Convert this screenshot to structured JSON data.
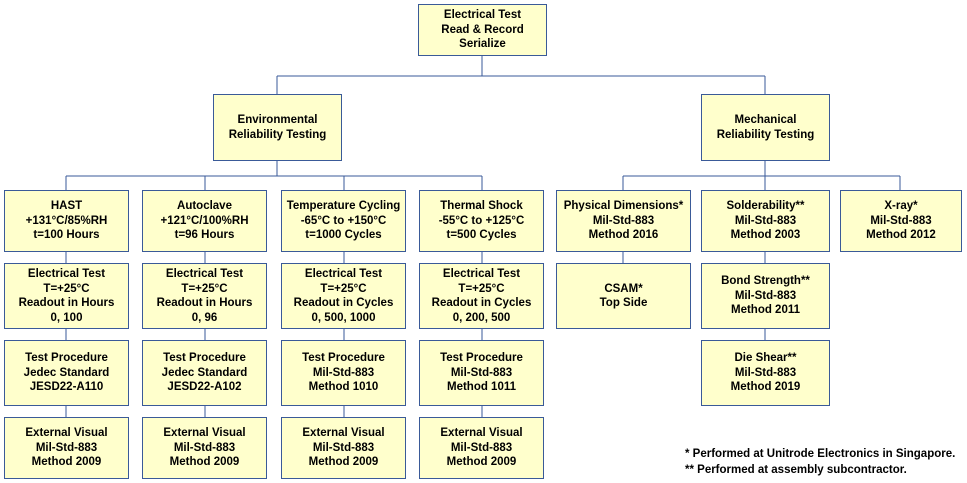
{
  "diagram": {
    "title": "Electrical Test Read & Record Serialize flow",
    "colors": {
      "box_fill": "#FFFFCC",
      "box_border": "#3A5A98",
      "connector": "#3A5A98",
      "text": "#000000",
      "background": "#FFFFFF"
    },
    "nodes": {
      "root": {
        "lines": [
          "Electrical Test",
          "Read & Record",
          "Serialize"
        ],
        "l0": "Electrical Test",
        "l1": "Read & Record",
        "l2": "Serialize"
      },
      "environmental": {
        "l0": "Environmental",
        "l1": "Reliability Testing"
      },
      "mechanical": {
        "l0": "Mechanical",
        "l1": "Reliability Testing"
      },
      "hast": {
        "l0": "HAST",
        "l1": "+131°C/85%RH",
        "l2": "t=100 Hours"
      },
      "autoclave": {
        "l0": "Autoclave",
        "l1": "+121°C/100%RH",
        "l2": "t=96 Hours"
      },
      "temp_cycling": {
        "l0": "Temperature Cycling",
        "l1": "-65°C to +150°C",
        "l2": "t=1000 Cycles"
      },
      "thermal_shock": {
        "l0": "Thermal Shock",
        "l1": "-55°C to +125°C",
        "l2": "t=500 Cycles"
      },
      "physical_dimensions": {
        "l0": "Physical Dimensions*",
        "l1": "Mil-Std-883",
        "l2": "Method 2016"
      },
      "solderability": {
        "l0": "Solderability**",
        "l1": "Mil-Std-883",
        "l2": "Method 2003"
      },
      "xray": {
        "l0": "X-ray*",
        "l1": "Mil-Std-883",
        "l2": "Method 2012"
      },
      "et_hast": {
        "l0": "Electrical Test",
        "l1": "T=+25°C",
        "l2": "Readout in Hours",
        "l3": "0, 100"
      },
      "et_autoclave": {
        "l0": "Electrical Test",
        "l1": "T=+25°C",
        "l2": "Readout in Hours",
        "l3": "0, 96"
      },
      "et_temp_cycling": {
        "l0": "Electrical Test",
        "l1": "T=+25°C",
        "l2": "Readout in Cycles",
        "l3": "0, 500, 1000"
      },
      "et_thermal_shock": {
        "l0": "Electrical Test",
        "l1": "T=+25°C",
        "l2": "Readout in Cycles",
        "l3": "0, 200, 500"
      },
      "csam": {
        "l0": "CSAM*",
        "l1": "Top Side"
      },
      "bond_strength": {
        "l0": "Bond Strength**",
        "l1": "Mil-Std-883",
        "l2": "Method 2011"
      },
      "tp_hast": {
        "l0": "Test Procedure",
        "l1": "Jedec Standard",
        "l2": "JESD22-A110"
      },
      "tp_autoclave": {
        "l0": "Test Procedure",
        "l1": "Jedec Standard",
        "l2": "JESD22-A102"
      },
      "tp_temp_cycling": {
        "l0": "Test Procedure",
        "l1": "Mil-Std-883",
        "l2": "Method 1010"
      },
      "tp_thermal_shock": {
        "l0": "Test Procedure",
        "l1": "Mil-Std-883",
        "l2": "Method 1011"
      },
      "die_shear": {
        "l0": "Die Shear**",
        "l1": "Mil-Std-883",
        "l2": "Method 2019"
      },
      "ev_hast": {
        "l0": "External Visual",
        "l1": "Mil-Std-883",
        "l2": "Method 2009"
      },
      "ev_autoclave": {
        "l0": "External Visual",
        "l1": "Mil-Std-883",
        "l2": "Method 2009"
      },
      "ev_temp_cycling": {
        "l0": "External Visual",
        "l1": "Mil-Std-883",
        "l2": "Method 2009"
      },
      "ev_thermal_shock": {
        "l0": "External Visual",
        "l1": "Mil-Std-883",
        "l2": "Method 2009"
      }
    },
    "footnotes": {
      "one": "* Performed at Unitrode Electronics in Singapore.",
      "two": "** Performed at assembly subcontractor."
    }
  }
}
